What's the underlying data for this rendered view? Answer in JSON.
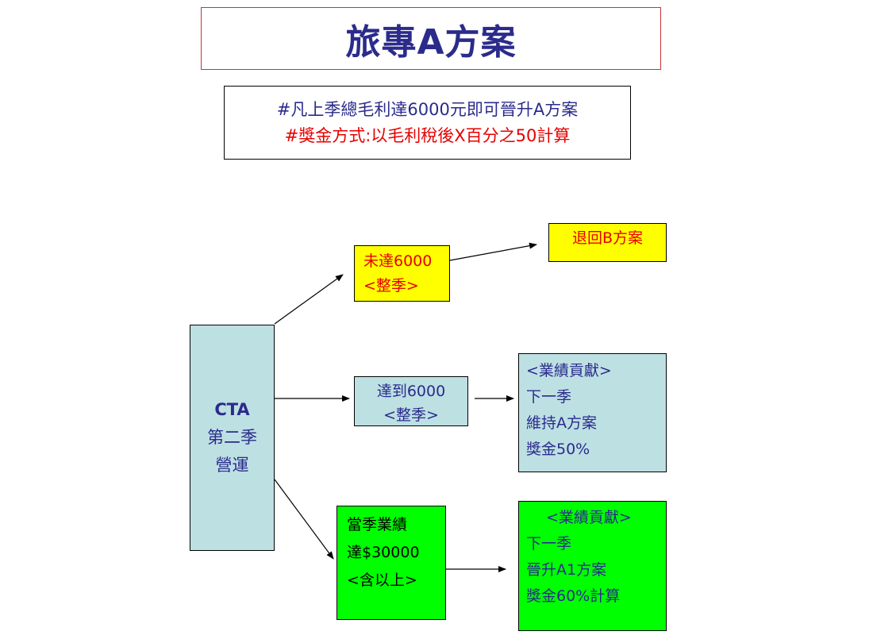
{
  "title": "旅專A方案",
  "note": {
    "line1": "#凡上季總毛利達6000元即可晉升A方案",
    "line2": "#獎金方式:以毛利稅後X百分之50計算"
  },
  "cta": {
    "line1": "CTA",
    "line2": "第二季",
    "line3": "營運"
  },
  "branch_fail": {
    "condition": {
      "line1": "未達6000",
      "line2": "<整季>"
    },
    "result": {
      "line1": "退回B方案"
    }
  },
  "branch_meet": {
    "condition": {
      "line1": "達到6000",
      "line2": "<整季>"
    },
    "result": {
      "line1": "<業績貢獻>",
      "line2": "下一季",
      "line3": "維持A方案",
      "line4": "獎金50%"
    }
  },
  "branch_exceed": {
    "condition": {
      "line1": "當季業績",
      "line2": "達$30000",
      "line3": "<含以上>"
    },
    "result": {
      "line1": "<業績貢獻>",
      "line2": "下一季",
      "line3": "晉升A1方案",
      "line4": "獎金60%計算"
    }
  },
  "colors": {
    "text_blue": "#2b2b8c",
    "text_red": "#e60000",
    "title_border": "#cc3333",
    "fill_cyan": "#bde0e3",
    "fill_yellow": "#ffff00",
    "fill_green": "#00ff00"
  }
}
